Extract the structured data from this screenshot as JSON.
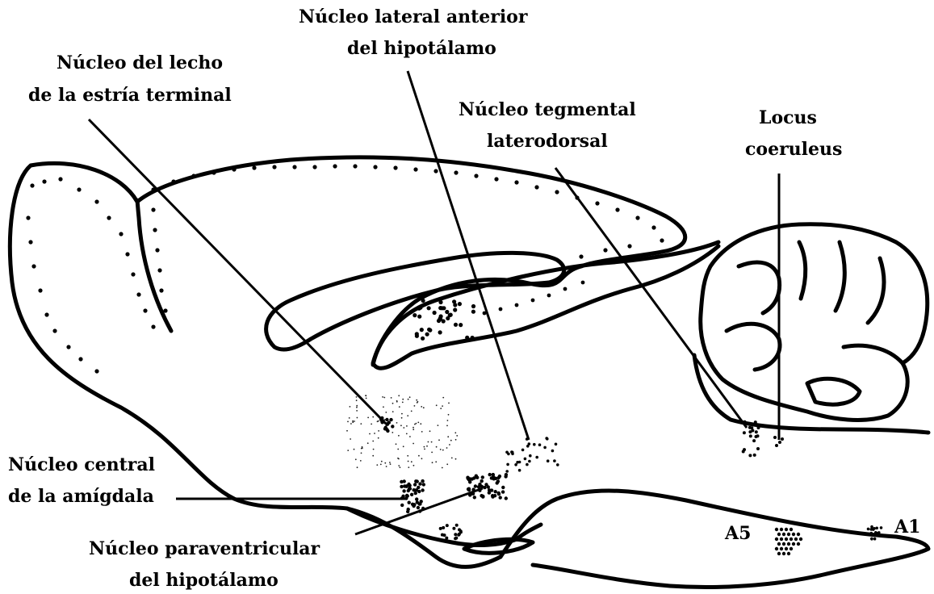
{
  "labels": {
    "bnst_line1": "Núcleo del lecho",
    "bnst_line2": "de la estría terminal",
    "lah_line1": "Núcleo lateral anterior",
    "lah_line2": "del hipotálamo",
    "ldt_line1": "Núcleo tegmental",
    "ldt_line2": "laterodorsal",
    "lc_line1": "Locus",
    "lc_line2": "coeruleus",
    "cea_line1": "Núcleo central",
    "cea_line2": "de la amígdala",
    "pvn_line1": "Núcleo paraventricular",
    "pvn_line2": "del hipotálamo",
    "a5": "A5",
    "a1": "A1"
  }
}
